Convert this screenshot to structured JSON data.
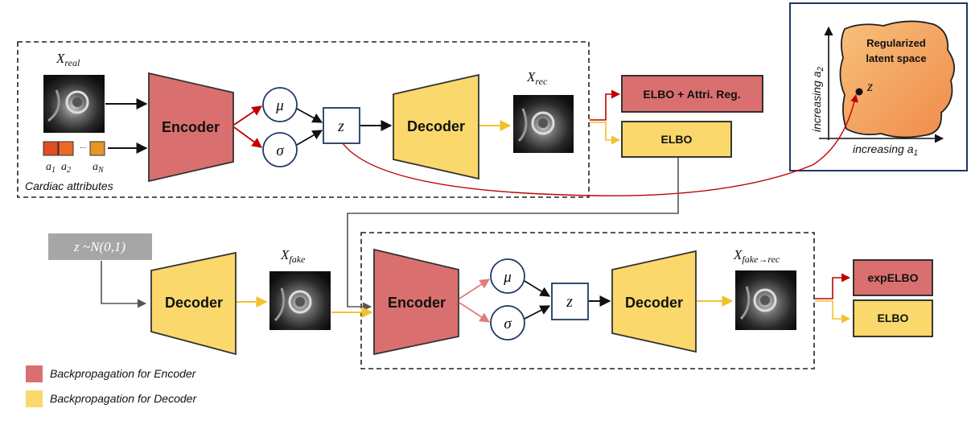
{
  "colors": {
    "encoder": "#d9706f",
    "decoder": "#fad86b",
    "red_arrow": "#c00000",
    "yellow_arrow": "#f2c12e",
    "latent_fill": "#f4a25a",
    "prior_box": "#a6a6a6",
    "border": "#1f3864"
  },
  "top_row": {
    "x_real": "X",
    "x_real_sub": "real",
    "encoder": "Encoder",
    "mu": "μ",
    "sigma": "σ",
    "z": "z",
    "decoder": "Decoder",
    "x_rec": "X",
    "x_rec_sub": "rec",
    "attr_labels": {
      "a1": "a",
      "a1_sub": "1",
      "a2": "a",
      "a2_sub": "2",
      "dots": "...",
      "aN": "a",
      "aN_sub": "N"
    },
    "cardiac_attributes": "Cardiac attributes",
    "loss_red": "ELBO  + Attri. Reg.",
    "loss_yellow": "ELBO"
  },
  "latent_panel": {
    "title_line1": "Regularized",
    "title_line2": "latent space",
    "point_label": "z",
    "x_axis": "increasing a",
    "x_axis_sub": "1",
    "y_axis": "increasing a",
    "y_axis_sub": "2"
  },
  "bottom_row": {
    "prior": "z ~N(0,1)",
    "decoder": "Decoder",
    "x_fake": "X",
    "x_fake_sub": "fake",
    "encoder": "Encoder",
    "mu": "μ",
    "sigma": "σ",
    "z": "z",
    "decoder2": "Decoder",
    "x_fake_rec": "X",
    "x_fake_rec_sub": "fake→rec",
    "loss_red": "expELBO",
    "loss_yellow": "ELBO"
  },
  "legend": {
    "encoder": "Backpropagation for Encoder",
    "decoder": "Backpropagation for Decoder"
  }
}
